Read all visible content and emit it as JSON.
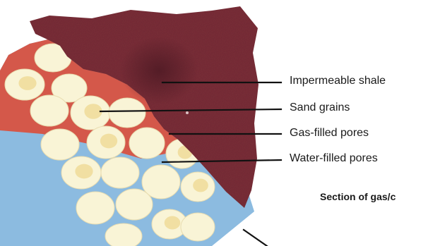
{
  "labels": {
    "shale": "Impermeable shale",
    "sand": "Sand grains",
    "gas": "Gas-filled pores",
    "water": "Water-filled pores"
  },
  "caption": "Section of gas/c",
  "colors": {
    "shale": "#7a2e38",
    "shale_dark": "#4e1a24",
    "gas_pores": "#d4584a",
    "water_pores": "#8cbbe0",
    "grain": "#f9f4d6",
    "grain_stain": "#eed890",
    "leader": "#111111"
  }
}
